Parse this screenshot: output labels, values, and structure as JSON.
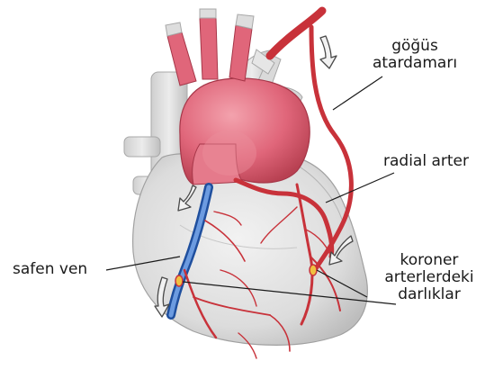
{
  "labels": {
    "gogus_line1": "göğüs",
    "gogus_line2": "atardamarı",
    "radial": "radial arter",
    "safen": "safen ven",
    "koroner_line1": "koroner",
    "koroner_line2": "arterlerdeki",
    "koroner_line3": "darlıklar"
  },
  "colors": {
    "heart_tissue": "#e3e3e3",
    "aorta": "#e0667a",
    "artery": "#c8323a",
    "vein": "#3a6fc4",
    "flow_arrow": "#f2f2f2"
  }
}
